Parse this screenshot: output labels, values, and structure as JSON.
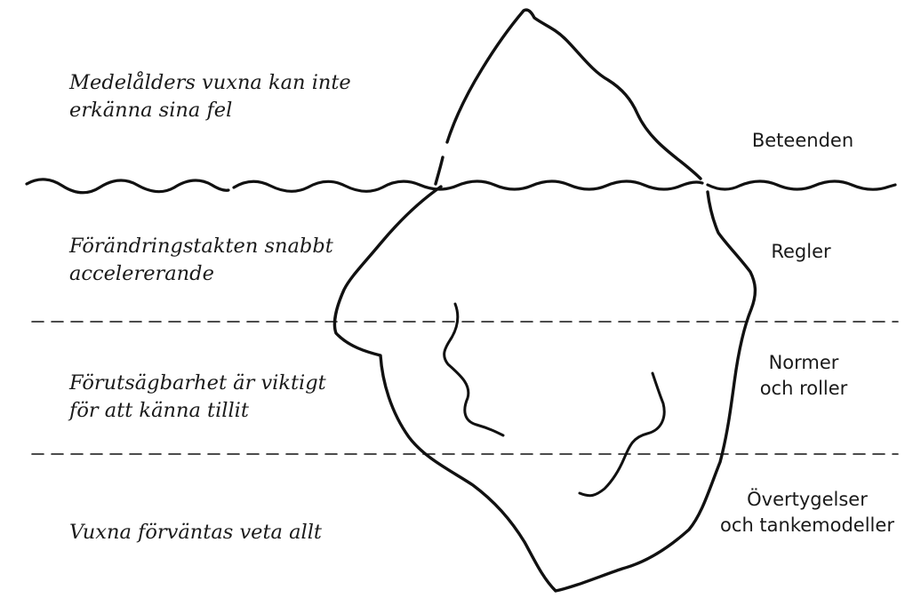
{
  "notes": [
    {
      "lines": [
        "Medelålders vuxna kan inte",
        "erkänna sina fel"
      ]
    },
    {
      "lines": [
        "Förändringstakten snabbt",
        "accelererande"
      ]
    },
    {
      "lines": [
        "Förutsägbarhet är viktigt",
        "för att känna tillit"
      ]
    },
    {
      "lines": [
        "Vuxna förväntas veta allt"
      ]
    }
  ],
  "layers": [
    {
      "lines": [
        "Beteenden"
      ]
    },
    {
      "lines": [
        "Regler"
      ]
    },
    {
      "lines": [
        "Normer",
        "och roller"
      ]
    },
    {
      "lines": [
        "Övertygelser",
        "och tankemodeller"
      ]
    }
  ]
}
